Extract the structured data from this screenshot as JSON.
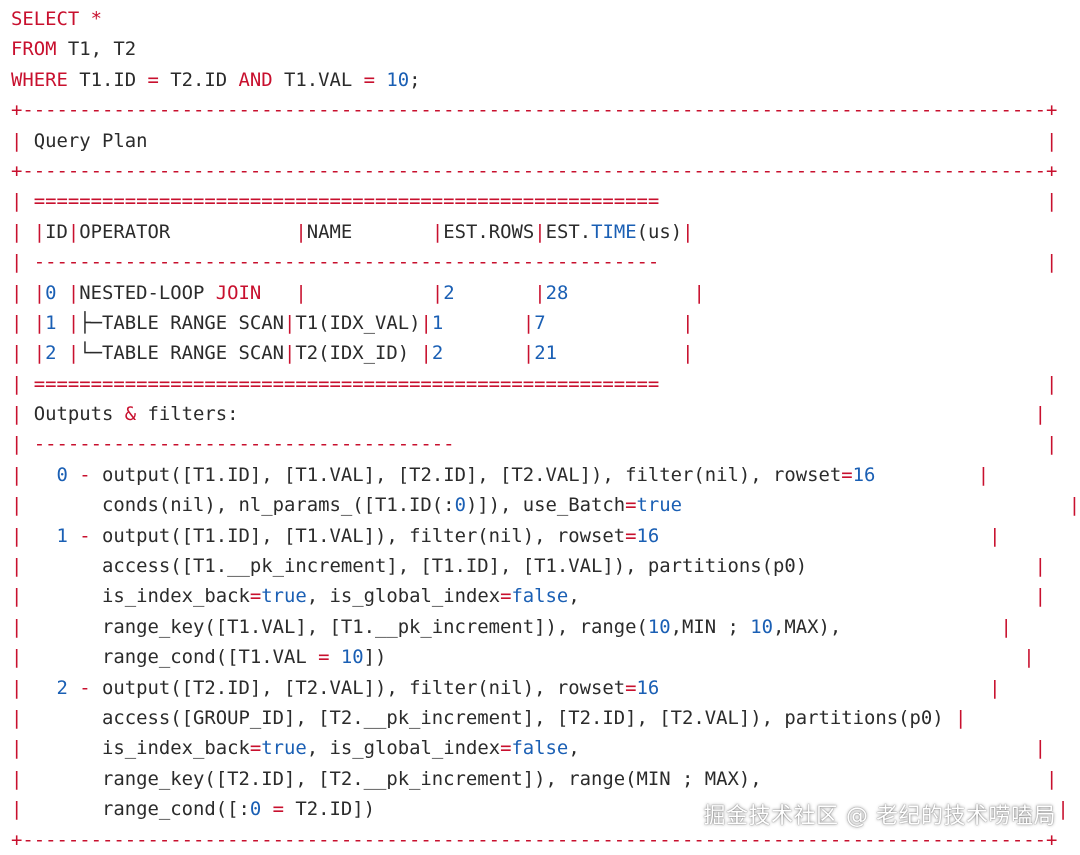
{
  "colors": {
    "text": "#2b2b2b",
    "keyword": "#c8102e",
    "number": "#1a5fb4",
    "background": "#ffffff"
  },
  "lines": [
    [
      [
        "k",
        "SELECT *"
      ]
    ],
    [
      [
        "k",
        "FROM"
      ],
      [
        "t",
        " T1, T2"
      ]
    ],
    [
      [
        "k",
        "WHERE"
      ],
      [
        "t",
        " T1.ID "
      ],
      [
        "k",
        "="
      ],
      [
        "t",
        " T2.ID "
      ],
      [
        "k",
        "AND"
      ],
      [
        "t",
        " T1.VAL "
      ],
      [
        "k",
        "="
      ],
      [
        "t",
        " "
      ],
      [
        "n",
        "10"
      ],
      [
        "t",
        ";"
      ]
    ],
    [
      [
        "k",
        "+------------------------------------------------------------------------------------------+"
      ]
    ],
    [
      [
        "k",
        "|"
      ],
      [
        "t",
        " Query Plan                                                                               "
      ],
      [
        "k",
        "|"
      ]
    ],
    [
      [
        "k",
        "+------------------------------------------------------------------------------------------+"
      ]
    ],
    [
      [
        "k",
        "|"
      ],
      [
        "t",
        " "
      ],
      [
        "k",
        "======================================================="
      ],
      [
        "t",
        "                                  "
      ],
      [
        "k",
        "|"
      ]
    ],
    [
      [
        "k",
        "|"
      ],
      [
        "t",
        " "
      ],
      [
        "k",
        "|"
      ],
      [
        "t",
        "ID"
      ],
      [
        "k",
        "|"
      ],
      [
        "t",
        "OPERATOR           "
      ],
      [
        "k",
        "|"
      ],
      [
        "t",
        "NAME       "
      ],
      [
        "k",
        "|"
      ],
      [
        "t",
        "EST.ROWS"
      ],
      [
        "k",
        "|"
      ],
      [
        "t",
        "EST."
      ],
      [
        "n",
        "TIME"
      ],
      [
        "t",
        "(us)"
      ],
      [
        "k",
        "|"
      ],
      [
        "t",
        "                                  "
      ],
      [
        "k",
        "|"
      ]
    ],
    [
      [
        "k",
        "|"
      ],
      [
        "t",
        " "
      ],
      [
        "k",
        "-------------------------------------------------------"
      ],
      [
        "t",
        "                                  "
      ],
      [
        "k",
        "|"
      ]
    ],
    [
      [
        "k",
        "|"
      ],
      [
        "t",
        " "
      ],
      [
        "k",
        "|"
      ],
      [
        "n",
        "0"
      ],
      [
        "t",
        " "
      ],
      [
        "k",
        "|"
      ],
      [
        "t",
        "NESTED-LOOP "
      ],
      [
        "k",
        "JOIN"
      ],
      [
        "t",
        "   "
      ],
      [
        "k",
        "|"
      ],
      [
        "t",
        "           "
      ],
      [
        "k",
        "|"
      ],
      [
        "n",
        "2"
      ],
      [
        "t",
        "       "
      ],
      [
        "k",
        "|"
      ],
      [
        "n",
        "28"
      ],
      [
        "t",
        "           "
      ],
      [
        "k",
        "|"
      ],
      [
        "t",
        "                                  "
      ],
      [
        "k",
        "|"
      ]
    ],
    [
      [
        "k",
        "|"
      ],
      [
        "t",
        " "
      ],
      [
        "k",
        "|"
      ],
      [
        "n",
        "1"
      ],
      [
        "t",
        " "
      ],
      [
        "k",
        "|"
      ],
      [
        "t",
        "├─TABLE RANGE SCAN"
      ],
      [
        "k",
        "|"
      ],
      [
        "t",
        "T1(IDX_VAL)"
      ],
      [
        "k",
        "|"
      ],
      [
        "n",
        "1"
      ],
      [
        "t",
        "       "
      ],
      [
        "k",
        "|"
      ],
      [
        "n",
        "7"
      ],
      [
        "t",
        "            "
      ],
      [
        "k",
        "|"
      ],
      [
        "t",
        "                                  "
      ],
      [
        "k",
        "|"
      ]
    ],
    [
      [
        "k",
        "|"
      ],
      [
        "t",
        " "
      ],
      [
        "k",
        "|"
      ],
      [
        "n",
        "2"
      ],
      [
        "t",
        " "
      ],
      [
        "k",
        "|"
      ],
      [
        "t",
        "└─TABLE RANGE SCAN"
      ],
      [
        "k",
        "|"
      ],
      [
        "t",
        "T2(IDX_ID) "
      ],
      [
        "k",
        "|"
      ],
      [
        "n",
        "2"
      ],
      [
        "t",
        "       "
      ],
      [
        "k",
        "|"
      ],
      [
        "n",
        "21"
      ],
      [
        "t",
        "           "
      ],
      [
        "k",
        "|"
      ],
      [
        "t",
        "                                  "
      ],
      [
        "k",
        "|"
      ]
    ],
    [
      [
        "k",
        "|"
      ],
      [
        "t",
        " "
      ],
      [
        "k",
        "======================================================="
      ],
      [
        "t",
        "                                  "
      ],
      [
        "k",
        "|"
      ]
    ],
    [
      [
        "k",
        "|"
      ],
      [
        "t",
        " Outputs "
      ],
      [
        "k",
        "&"
      ],
      [
        "t",
        " filters:                                                                      "
      ],
      [
        "k",
        "|"
      ]
    ],
    [
      [
        "k",
        "|"
      ],
      [
        "t",
        " "
      ],
      [
        "k",
        "-------------------------------------"
      ],
      [
        "t",
        "                                                    "
      ],
      [
        "k",
        "|"
      ]
    ],
    [
      [
        "k",
        "|"
      ],
      [
        "t",
        "   "
      ],
      [
        "n",
        "0"
      ],
      [
        "t",
        " "
      ],
      [
        "k",
        "-"
      ],
      [
        "t",
        " output([T1.ID], [T1.VAL], [T2.ID], [T2.VAL]), filter(nil), rowset"
      ],
      [
        "k",
        "="
      ],
      [
        "n",
        "16"
      ],
      [
        "t",
        "         "
      ],
      [
        "k",
        "|"
      ]
    ],
    [
      [
        "k",
        "|"
      ],
      [
        "t",
        "       conds(nil), nl_params_([T1.ID(:"
      ],
      [
        "n",
        "0"
      ],
      [
        "t",
        ")]), use_Batch"
      ],
      [
        "k",
        "="
      ],
      [
        "n",
        "true"
      ],
      [
        "t",
        "                                  "
      ],
      [
        "k",
        "|"
      ]
    ],
    [
      [
        "k",
        "|"
      ],
      [
        "t",
        "   "
      ],
      [
        "n",
        "1"
      ],
      [
        "t",
        " "
      ],
      [
        "k",
        "-"
      ],
      [
        "t",
        " output([T1.ID], [T1.VAL]), filter(nil), rowset"
      ],
      [
        "k",
        "="
      ],
      [
        "n",
        "16"
      ],
      [
        "t",
        "                             "
      ],
      [
        "k",
        "|"
      ]
    ],
    [
      [
        "k",
        "|"
      ],
      [
        "t",
        "       access([T1.__pk_increment], [T1.ID], [T1.VAL]), partitions(p0)                    "
      ],
      [
        "k",
        "|"
      ]
    ],
    [
      [
        "k",
        "|"
      ],
      [
        "t",
        "       is_index_back"
      ],
      [
        "k",
        "="
      ],
      [
        "n",
        "true"
      ],
      [
        "t",
        ", is_global_index"
      ],
      [
        "k",
        "="
      ],
      [
        "n",
        "false"
      ],
      [
        "t",
        ",                                        "
      ],
      [
        "k",
        "|"
      ]
    ],
    [
      [
        "k",
        "|"
      ],
      [
        "t",
        "       range_key([T1.VAL], [T1.__pk_increment]), range("
      ],
      [
        "n",
        "10"
      ],
      [
        "t",
        ",MIN ; "
      ],
      [
        "n",
        "10"
      ],
      [
        "t",
        ",MAX),              "
      ],
      [
        "k",
        "|"
      ]
    ],
    [
      [
        "k",
        "|"
      ],
      [
        "t",
        "       range_cond([T1.VAL "
      ],
      [
        "k",
        "="
      ],
      [
        "t",
        " "
      ],
      [
        "n",
        "10"
      ],
      [
        "t",
        "])                                                        "
      ],
      [
        "k",
        "|"
      ]
    ],
    [
      [
        "k",
        "|"
      ],
      [
        "t",
        "   "
      ],
      [
        "n",
        "2"
      ],
      [
        "t",
        " "
      ],
      [
        "k",
        "-"
      ],
      [
        "t",
        " output([T2.ID], [T2.VAL]), filter(nil), rowset"
      ],
      [
        "k",
        "="
      ],
      [
        "n",
        "16"
      ],
      [
        "t",
        "                             "
      ],
      [
        "k",
        "|"
      ]
    ],
    [
      [
        "k",
        "|"
      ],
      [
        "t",
        "       access([GROUP_ID], [T2.__pk_increment], [T2.ID], [T2.VAL]), partitions(p0) "
      ],
      [
        "k",
        "|"
      ]
    ],
    [
      [
        "k",
        "|"
      ],
      [
        "t",
        "       is_index_back"
      ],
      [
        "k",
        "="
      ],
      [
        "n",
        "true"
      ],
      [
        "t",
        ", is_global_index"
      ],
      [
        "k",
        "="
      ],
      [
        "n",
        "false"
      ],
      [
        "t",
        ",                                        "
      ],
      [
        "k",
        "|"
      ]
    ],
    [
      [
        "k",
        "|"
      ],
      [
        "t",
        "       range_key([T2.ID], [T2.__pk_increment]), range(MIN ; MAX),                         "
      ],
      [
        "k",
        "|"
      ]
    ],
    [
      [
        "k",
        "|"
      ],
      [
        "t",
        "       range_cond([:"
      ],
      [
        "n",
        "0"
      ],
      [
        "t",
        " "
      ],
      [
        "k",
        "="
      ],
      [
        "t",
        " T2.ID])                                                            "
      ],
      [
        "k",
        "|"
      ]
    ],
    [
      [
        "k",
        "+------------------------------------------------------------------------------------------+"
      ]
    ]
  ],
  "watermark": "掘金技术社区 @ 老纪的技术唠嗑局"
}
